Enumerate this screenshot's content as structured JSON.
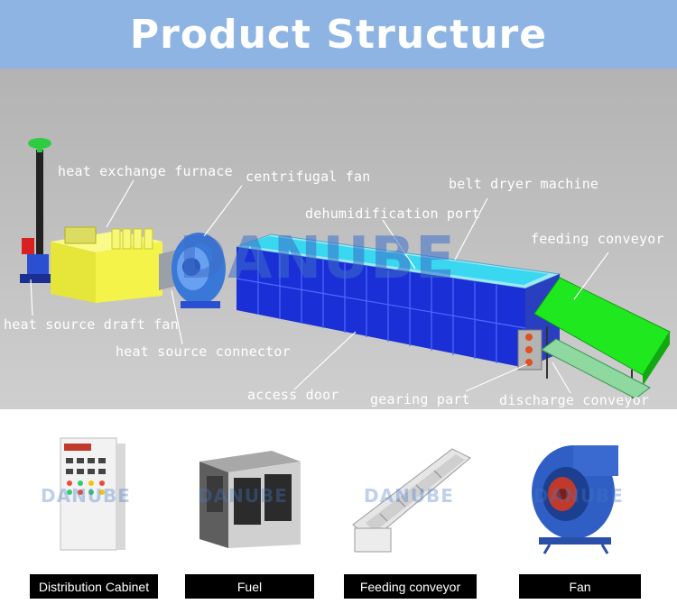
{
  "header": {
    "title": "Product Structure"
  },
  "diagram": {
    "watermark": "DANUBE",
    "labels": {
      "heat_exchange_furnace": "heat exchange furnace",
      "centrifugal_fan": "centrifugal fan",
      "belt_dryer_machine": "belt dryer machine",
      "dehumidification_port": "dehumidification port",
      "feeding_conveyor": "feeding conveyor",
      "heat_source_draft_fan": "heat source draft fan",
      "heat_source_connector": "heat source connector",
      "access_door": "access door",
      "gearing_part": "gearing part",
      "discharge_conveyor": "discharge conveyor"
    }
  },
  "products": {
    "watermark": "DANUBE",
    "items": [
      {
        "label": "Distribution Cabinet"
      },
      {
        "label": "Fuel"
      },
      {
        "label": "Feeding conveyor"
      },
      {
        "label": "Fan"
      }
    ]
  },
  "colors": {
    "header_bg": "#8db4e2",
    "dryer_panel": "#1b2fd6",
    "furnace": "#f3f34a",
    "conveyor": "#1fe81f"
  }
}
